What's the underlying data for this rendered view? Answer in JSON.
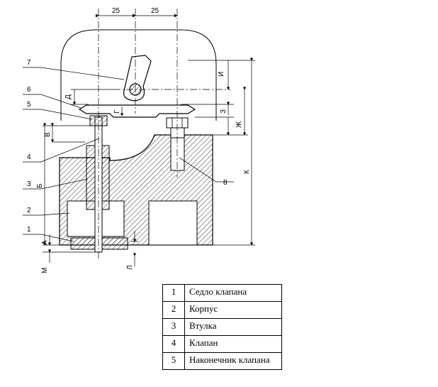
{
  "dimensions": {
    "top_left": "25",
    "top_right": "25"
  },
  "dimension_letters": {
    "a": "А",
    "b": "Б",
    "v": "В",
    "g": "Г",
    "d": "Д",
    "zh": "Ж",
    "z": "З",
    "i": "И",
    "k": "К",
    "l": "Л",
    "m": "М"
  },
  "callouts": [
    "1",
    "2",
    "3",
    "4",
    "5",
    "6",
    "7",
    "8"
  ],
  "legend": [
    {
      "num": "1",
      "name": "Седло клапана"
    },
    {
      "num": "2",
      "name": "Корпус"
    },
    {
      "num": "3",
      "name": "Втулка"
    },
    {
      "num": "4",
      "name": "Клапан"
    },
    {
      "num": "5",
      "name": "Наконечник клапана"
    }
  ]
}
